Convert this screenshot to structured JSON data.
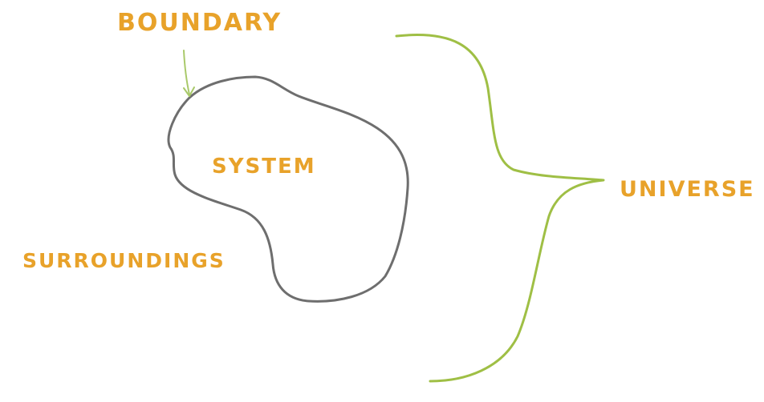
{
  "labels": {
    "boundary": "BOUNDARY",
    "system": "SYSTEM",
    "surroundings": "SURROUNDINGS",
    "universe": "UNIVERSE"
  },
  "colors": {
    "label": "#e8a22a",
    "boundary_outline": "#6e6e6e",
    "brace": "#9fbf45",
    "arrow": "#a9c96a"
  }
}
